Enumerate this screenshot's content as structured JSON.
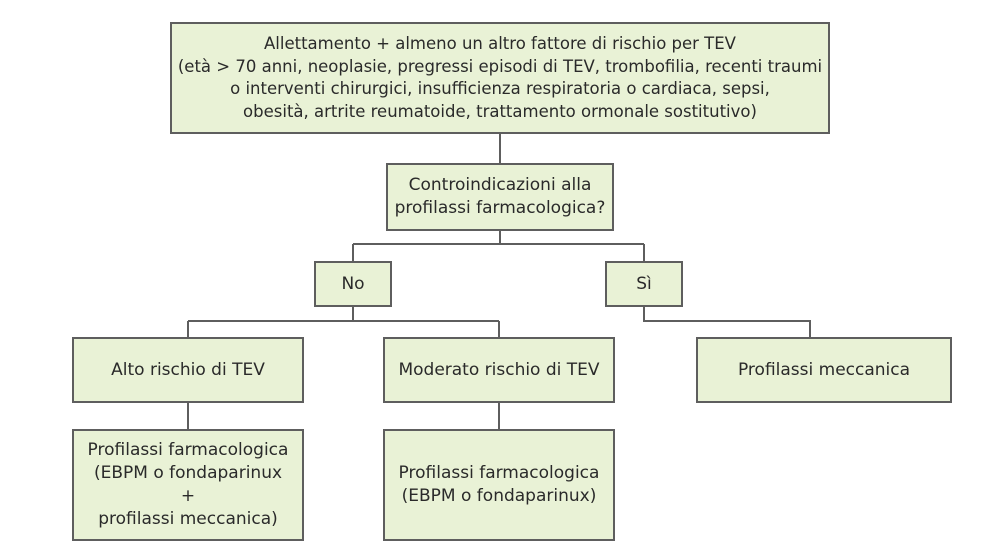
{
  "nodes": {
    "top": {
      "lines": [
        "Allettamento + almeno un altro fattore di rischio per TEV",
        "(età > 70 anni, neoplasie, pregressi episodi di TEV, trombofilia, recenti traumi",
        "o interventi chirurgici, insufficienza respiratoria o cardiaca, sepsi,",
        "obesità, artrite reumatoide, trattamento ormonale sostitutivo)"
      ]
    },
    "question": {
      "lines": [
        "Controindicazioni alla",
        "profilassi farmacologica?"
      ]
    },
    "no": {
      "label": "No"
    },
    "si": {
      "label": "Sì"
    },
    "alto_rischio": {
      "label": "Alto rischio di TEV"
    },
    "moderato_rischio": {
      "label": "Moderato rischio di TEV"
    },
    "profilassi_meccanica": {
      "label": "Profilassi meccanica"
    },
    "farmacologica_alto": {
      "lines": [
        "Profilassi farmacologica",
        "(EBPM o fondaparinux",
        "+",
        "profilassi meccanica)"
      ]
    },
    "farmacologica_moderato": {
      "lines": [
        "Profilassi farmacologica",
        "(EBPM o fondaparinux)"
      ]
    }
  },
  "edges": [
    {
      "from": "top",
      "to": "question"
    },
    {
      "from": "question",
      "to": "no"
    },
    {
      "from": "question",
      "to": "si"
    },
    {
      "from": "no",
      "to": "alto_rischio"
    },
    {
      "from": "no",
      "to": "moderato_rischio"
    },
    {
      "from": "si",
      "to": "profilassi_meccanica"
    },
    {
      "from": "alto_rischio",
      "to": "farmacologica_alto"
    },
    {
      "from": "moderato_rischio",
      "to": "farmacologica_moderato"
    }
  ],
  "colors": {
    "box_fill": "#e9f2d6",
    "box_border": "#5e5e5e",
    "connector": "#5e5e5e",
    "text": "#2a2a2a"
  }
}
